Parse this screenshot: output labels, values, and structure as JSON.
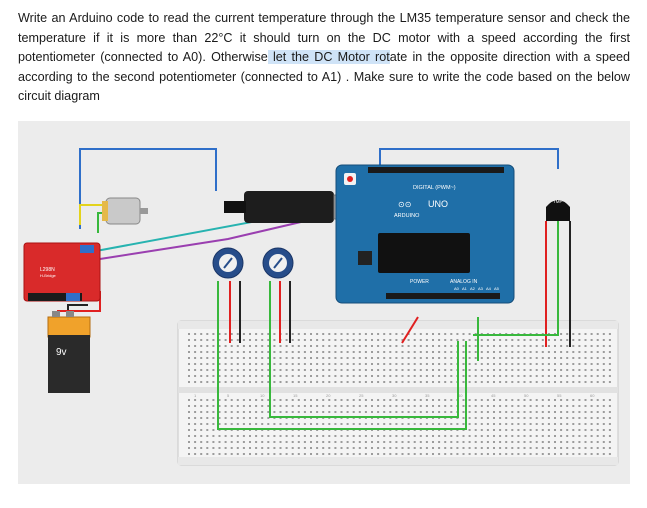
{
  "question": {
    "part1": "Write an Arduino code to read the current temperature through the LM35 temperature sensor and check the temperature if it is more than 22°C it should turn on the DC motor with a speed according the first potentiometer (connected to A0). Otherwise",
    "highlight": " let the DC Motor rot",
    "part2": "ate in the opposite direction with a speed according to the second potentiometer (connected to A1) . Make sure to write the code based on the below circuit diagram"
  },
  "circuit": {
    "battery_label": "9v",
    "driver_label": "L298N",
    "driver_sublabel": "H-Bridge",
    "arduino_brand": "ARDUINO",
    "arduino_model": "UNO",
    "digital_label": "DIGITAL (PWM~)",
    "power_label": "POWER",
    "analog_label": "ANALOG IN",
    "analog_pins": [
      "A0",
      "A1",
      "A2",
      "A3",
      "A4",
      "A5"
    ],
    "sensor_label": "TMP",
    "breadboard_numbers": [
      "1",
      "5",
      "10",
      "15",
      "20",
      "25",
      "30",
      "35",
      "40",
      "45",
      "50",
      "55",
      "60"
    ]
  },
  "colors": {
    "wire_blue": "#2f6fc9",
    "wire_red": "#e02020",
    "wire_green": "#38b83c",
    "wire_black": "#222222",
    "wire_purple": "#9a3fb0",
    "wire_teal": "#27b3b0",
    "wire_yellow": "#e3d31c",
    "arduino_blue": "#1f6fa8",
    "driver_red": "#d92a2a",
    "highlight": "#cfe3f7"
  }
}
